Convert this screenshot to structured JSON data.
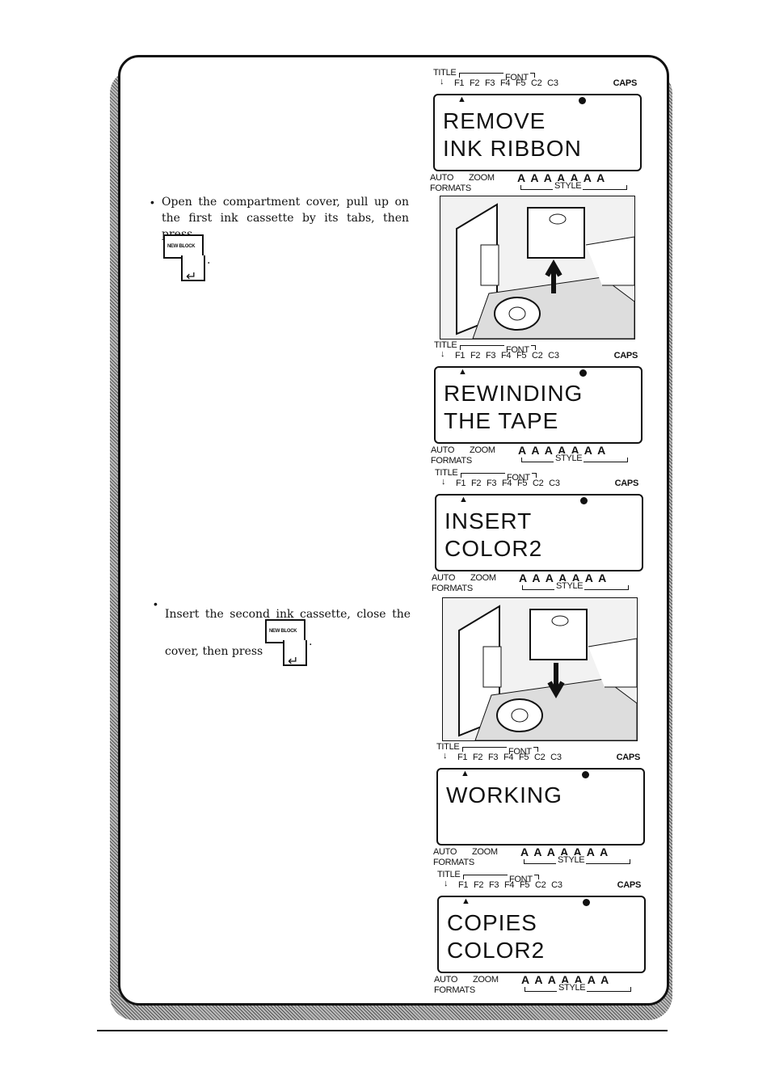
{
  "instructions": {
    "step1": "Open the compartment cover, pull up on the first ink cassette by its tabs, then press",
    "step2": "Insert the second ink cassette, close the cover, then press",
    "period": ".",
    "bullet": "•"
  },
  "key": {
    "label": "NEW BLOCK",
    "arrow": "↵"
  },
  "lcd_labels": {
    "title": "TITLE",
    "font": "FONT",
    "arrow": "↓",
    "keys": "F1 F2 F3 F4 F5 C2 C3",
    "caps": "CAPS",
    "auto": "AUTO",
    "formats": "FORMATS",
    "zoom": "ZOOM",
    "style": "STYLE",
    "style_glyphs": "A A A A A A A",
    "cursor": "▲"
  },
  "displays": [
    {
      "line1": "REMOVE",
      "line2": "INK RIBBON"
    },
    {
      "line1": "REWINDING",
      "line2": "THE TAPE"
    },
    {
      "line1": "INSERT",
      "line2": "COLOR2"
    },
    {
      "line1": "WORKING",
      "line2": ""
    },
    {
      "line1": "COPIES",
      "line2": "COLOR2"
    }
  ]
}
